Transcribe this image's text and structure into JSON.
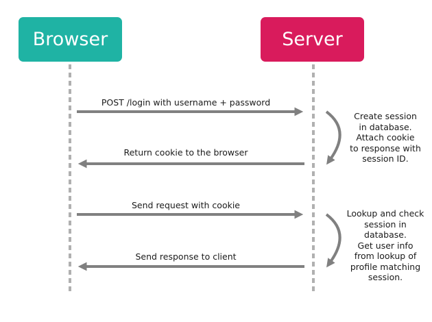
{
  "actors": {
    "browser": {
      "label": "Browser",
      "color": "#1fb3a4"
    },
    "server": {
      "label": "Server",
      "color": "#d91b5c"
    }
  },
  "colors": {
    "lifeline": "#b0b0b0",
    "arrow": "#808080",
    "text": "#1a1a1a"
  },
  "messages": [
    {
      "label": "POST /login with username + password",
      "direction": "to-server"
    },
    {
      "label": "Return cookie to the browser",
      "direction": "to-browser"
    },
    {
      "label": "Send request with cookie",
      "direction": "to-server"
    },
    {
      "label": "Send response to client",
      "direction": "to-browser"
    }
  ],
  "notes": [
    {
      "lines": [
        "Create session",
        "in database.",
        "Attach cookie",
        "to response with",
        "session ID."
      ]
    },
    {
      "lines": [
        "Lookup and check",
        "session in",
        "database.",
        "Get user info",
        "from lookup of",
        "profile matching",
        "session."
      ]
    }
  ]
}
